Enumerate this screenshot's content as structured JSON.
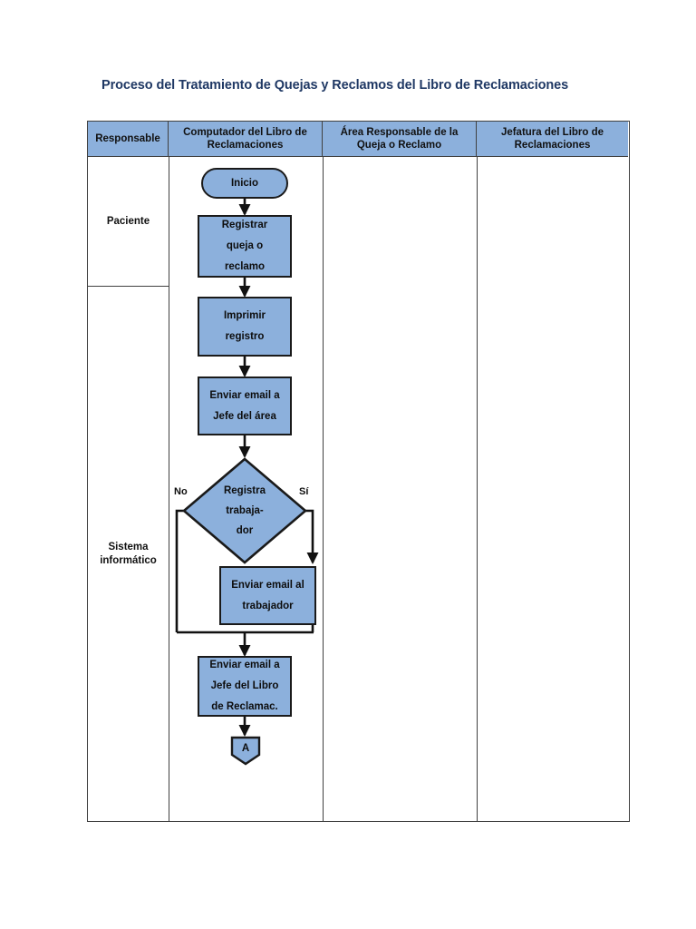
{
  "document": {
    "title": "Proceso del Tratamiento de Quejas y Reclamos del Libro de Reclamaciones"
  },
  "colors": {
    "title": "#1F3864",
    "shape_fill": "#8CB0DC",
    "shape_stroke": "#1A1A1A",
    "header_fill": "#8CB0DC",
    "table_border": "#404040",
    "page_background": "#FFFFFF"
  },
  "table": {
    "headers": [
      "Responsable",
      "Computador del Libro de Reclamaciones",
      "Área Responsable de la Queja o Reclamo",
      "Jefatura del Libro de Reclamaciones"
    ],
    "lanes": [
      {
        "label": "Paciente"
      },
      {
        "label": "Sistema informático"
      }
    ]
  },
  "flowchart": {
    "type": "flowchart",
    "nodes": [
      {
        "id": "n1",
        "shape": "terminator",
        "text": "Inicio",
        "lane": "Paciente"
      },
      {
        "id": "n2",
        "shape": "process",
        "text": "Registrar queja o reclamo",
        "lane": "Paciente"
      },
      {
        "id": "n3",
        "shape": "process",
        "text": "Imprimir registro",
        "lane": "Sistema informático"
      },
      {
        "id": "n4",
        "shape": "process",
        "text": "Enviar email a Jefe del área",
        "lane": "Sistema informático"
      },
      {
        "id": "n5",
        "shape": "decision",
        "text": "Registra trabaja- dor",
        "lane": "Sistema informático"
      },
      {
        "id": "n6",
        "shape": "process",
        "text": "Enviar email al trabajador",
        "lane": "Sistema informático"
      },
      {
        "id": "n7",
        "shape": "process",
        "text": "Enviar email a Jefe del Libro de Reclamac.",
        "lane": "Sistema informático"
      },
      {
        "id": "n8",
        "shape": "off-page-connector",
        "text": "A",
        "lane": "Sistema informático"
      }
    ],
    "branch_labels": {
      "no": "No",
      "si": "Sí"
    },
    "edges": [
      {
        "from": "n1",
        "to": "n2"
      },
      {
        "from": "n2",
        "to": "n3"
      },
      {
        "from": "n3",
        "to": "n4"
      },
      {
        "from": "n4",
        "to": "n5"
      },
      {
        "from": "n5",
        "to": "n6",
        "label": "Sí"
      },
      {
        "from": "n5",
        "to": "n7",
        "label": "No"
      },
      {
        "from": "n6",
        "to": "n7"
      },
      {
        "from": "n7",
        "to": "n8"
      }
    ]
  },
  "shape_text": {
    "inicio": "Inicio",
    "registrar_l1": "Registrar",
    "registrar_l2": "queja o",
    "registrar_l3": "reclamo",
    "imprimir_l1": "Imprimir",
    "imprimir_l2": "registro",
    "email_jefe_area_l1": "Enviar email a",
    "email_jefe_area_l2": "Jefe del área",
    "decision_l1": "Registra",
    "decision_l2": "trabaja-",
    "decision_l3": "dor",
    "email_trabajador_l1": "Enviar email al",
    "email_trabajador_l2": "trabajador",
    "email_jefe_libro_l1": "Enviar email a",
    "email_jefe_libro_l2": "Jefe del Libro",
    "email_jefe_libro_l3": "de Reclamac.",
    "connector_a": "A"
  }
}
